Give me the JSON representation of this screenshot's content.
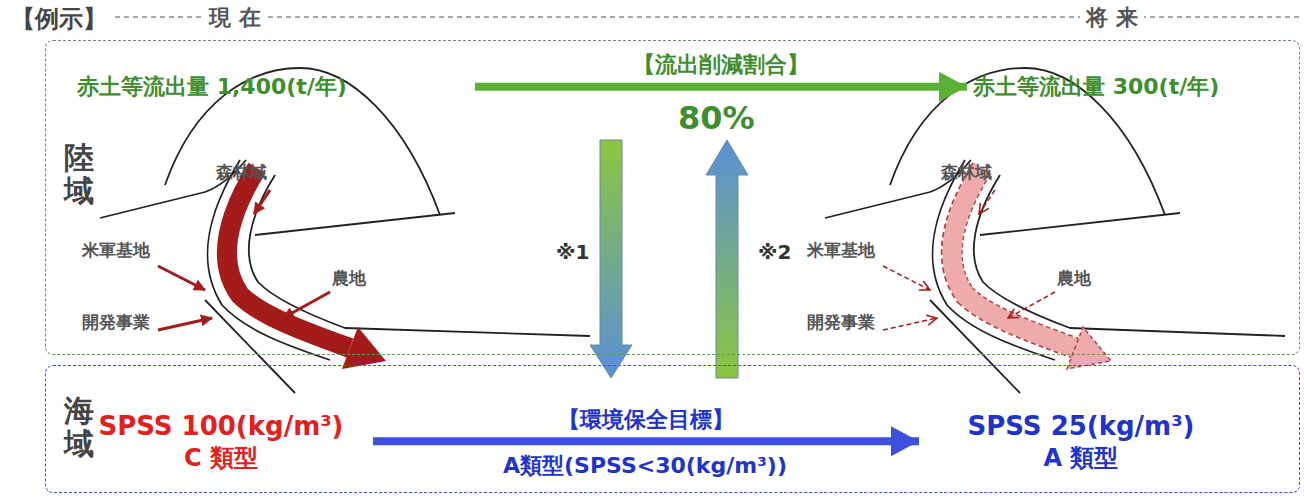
{
  "diagram": {
    "nodes": [
      {
        "text": [
          "陸域"
        ]
      },
      {
        "text": [
          "赤土等流出量 1,400(t/年)"
        ],
        "in": 0
      },
      {
        "text": [
          "赤土等流出量 300(t/年)"
        ],
        "in": 0
      },
      {
        "text": [
          "海域"
        ]
      },
      {
        "text": [
          "SPSS 100(kg/m³)",
          "C 類型"
        ],
        "in": 3
      },
      {
        "text": [
          "SPSS 25(kg/m³)",
          "A 類型"
        ],
        "in": 3
      }
    ],
    "edges": [
      {
        "from": 1,
        "to": 2,
        "arrow": "to",
        "label": "【流出削減割合】"
      },
      {
        "from": 4,
        "to": 5,
        "arrow": "to",
        "label": "【環境保全目標】"
      }
    ],
    "labels": [
      "【例示】",
      "現 在",
      "将 来",
      "森林域",
      "米軍基地",
      "農地",
      "開発事業",
      "※1",
      "※2",
      "80%",
      "A類型(SPSS<30(kg/m³))",
      "森林域",
      "米軍基地",
      "農地",
      "開発事業"
    ]
  }
}
